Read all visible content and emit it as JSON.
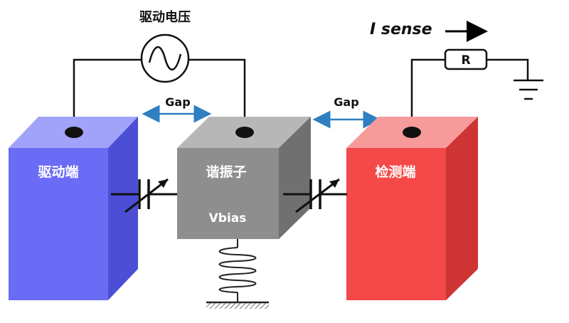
{
  "labels": {
    "drive_voltage": "驱动电压",
    "current_sense": "I sense",
    "resistor": "R",
    "gap_left": "Gap",
    "gap_right": "Gap",
    "drive_block": "驱动端",
    "resonator_block": "谐振子",
    "resonator_bias": "Vbias",
    "sense_block": "检测端"
  },
  "colors": {
    "drive_front": "#6a6cf6",
    "drive_top": "#a1a3fa",
    "drive_side": "#4c4ed6",
    "resonator_front": "#8e8e8e",
    "resonator_top": "#b7b7b7",
    "resonator_side": "#707070",
    "sense_front": "#f54848",
    "sense_top": "#f79a9a",
    "sense_side": "#cf3434",
    "gap_arrow": "#2f7fc1"
  },
  "icons": [
    "ac-source-icon",
    "resistor-icon",
    "ground-icon",
    "variable-capacitor-icon",
    "spring-icon",
    "arrow-right-icon"
  ]
}
